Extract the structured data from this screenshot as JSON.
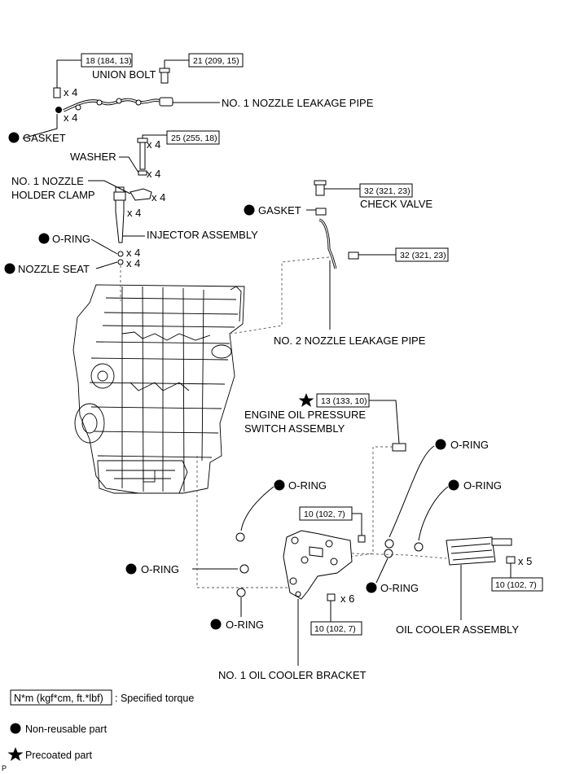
{
  "torque": {
    "union_bolt": "18 (184, 13)",
    "leak_pipe_bolt": "21 (209, 15)",
    "clamp_bolt": "25 (255, 18)",
    "check_valve": "32 (321, 23)",
    "pipe2_bolt": "32 (321, 23)",
    "oil_pressure_switch": "13 (133, 10)",
    "bracket_nut": "10 (102, 7)",
    "bracket_bolt": "10 (102, 7)",
    "cooler_bolt": "10 (102, 7)"
  },
  "qty": {
    "union_bolt": "x 4",
    "gasket1": "x 4",
    "clamp_bolt": "x 4",
    "washer": "x 4",
    "clamp": "x 4",
    "injector": "x 4",
    "oring_inj": "x 4",
    "nozzle_seat": "x 4",
    "bracket_bolt": "x 6",
    "cooler_bolt": "x 5"
  },
  "labels": {
    "union_bolt": "UNION BOLT",
    "gasket1": "GASKET",
    "leak_pipe1": "NO. 1 NOZZLE LEAKAGE PIPE",
    "washer": "WASHER",
    "clamp_line1": "NO. 1 NOZZLE",
    "clamp_line2": "HOLDER CLAMP",
    "oring_inj": "O-RING",
    "injector": "INJECTOR ASSEMBLY",
    "nozzle_seat": "NOZZLE SEAT",
    "gasket2": "GASKET",
    "check_valve": "CHECK VALVE",
    "leak_pipe2": "NO. 2 NOZZLE LEAKAGE PIPE",
    "switch_line1": "ENGINE OIL PRESSURE",
    "switch_line2": "SWITCH ASSEMBLY",
    "oring_a": "O-RING",
    "oring_b": "O-RING",
    "oring_c": "O-RING",
    "oring_d": "O-RING",
    "oring_e": "O-RING",
    "oring_f": "O-RING",
    "oil_cooler": "OIL COOLER ASSEMBLY",
    "bracket": "NO. 1 OIL COOLER BRACKET"
  },
  "legend": {
    "torque_box": "N*m (kgf*cm, ft.*lbf)",
    "torque_text": ": Specified torque",
    "non_reusable": "Non-reusable part",
    "precoated": "Precoated part"
  },
  "corner_mark": "P"
}
